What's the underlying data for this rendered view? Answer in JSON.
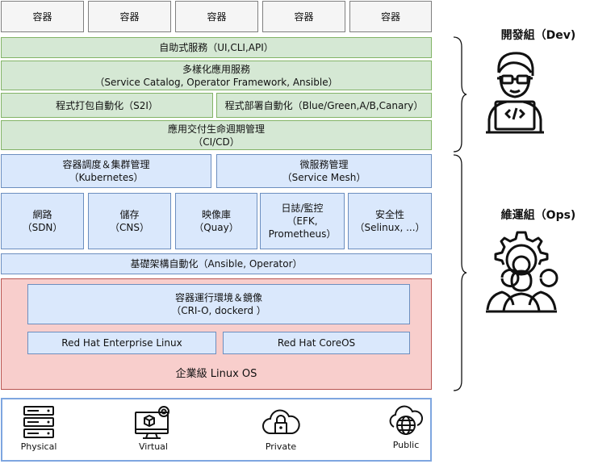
{
  "containers": [
    "容器",
    "容器",
    "容器",
    "容器",
    "容器"
  ],
  "layers": {
    "self_service": "自助式服務（UI,CLI,API）",
    "diverse_apps": {
      "title": "多樣化應用服務",
      "sub": "（Service Catalog, Operator Framework, Ansible）"
    },
    "build_auto": "程式打包自動化（S2I）",
    "deploy_auto": "程式部署自動化（Blue/Green,A/B,Canary）",
    "lifecycle": {
      "title": "應用交付生命週期管理",
      "sub": "（CI/CD）"
    },
    "scheduling": {
      "title": "容器調度＆集群管理",
      "sub": "（Kubernetes）"
    },
    "mesh": {
      "title": "微服務管理",
      "sub": "（Service Mesh）"
    },
    "services": [
      {
        "title": "網路",
        "sub": "（SDN）"
      },
      {
        "title": "儲存",
        "sub": "（CNS）"
      },
      {
        "title": "映像庫",
        "sub": "（Quay）"
      },
      {
        "title": "日誌/監控",
        "sub": "（EFK,",
        "sub2": "Prometheus）"
      },
      {
        "title": "安全性",
        "sub": "（Selinux, ...）"
      }
    ],
    "infra_auto": "基礎架構自動化（Ansible, Operator）",
    "runtime": {
      "title": "容器運行環境＆鏡像",
      "sub": "（CRI-O, dockerd ）"
    },
    "rhel": "Red Hat Enterprise Linux",
    "coreos": "Red Hat CoreOS",
    "enterprise_os": "企業級 Linux OS"
  },
  "infrastructure": [
    "Physical",
    "Virtual",
    "Private",
    "Public"
  ],
  "teams": {
    "dev": "開發組（Dev)",
    "ops": "維運組（Ops)"
  },
  "colors": {
    "green": "#d5e8d4",
    "blue": "#dae8fc",
    "red": "#f8cecc",
    "gray": "#f5f5f5",
    "infra_border": "#7ea6e0"
  }
}
